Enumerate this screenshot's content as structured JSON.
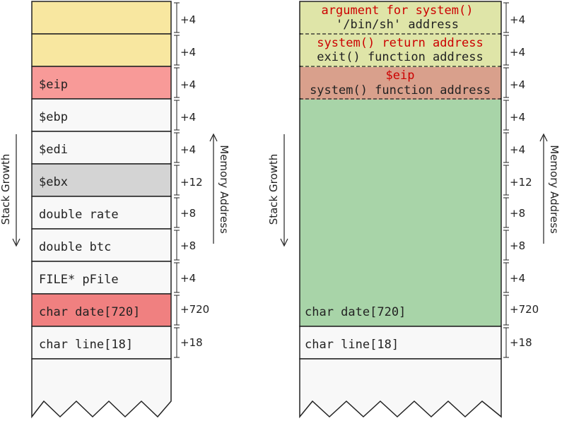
{
  "left_stack": {
    "cells": [
      {
        "label": "",
        "size": "+4",
        "fill": "#f8e7a0"
      },
      {
        "label": "",
        "size": "+4",
        "fill": "#f8e7a0"
      },
      {
        "label": "$eip",
        "size": "+4",
        "fill": "#f89a98"
      },
      {
        "label": "$ebp",
        "size": "+4",
        "fill": "#f8f8f8"
      },
      {
        "label": "$edi",
        "size": "+4",
        "fill": "#f8f8f8"
      },
      {
        "label": "$ebx",
        "size": "+12",
        "fill": "#d4d4d4"
      },
      {
        "label": "double rate",
        "size": "+8",
        "fill": "#f8f8f8"
      },
      {
        "label": "double btc",
        "size": "+8",
        "fill": "#f8f8f8"
      },
      {
        "label": "FILE* pFile",
        "size": "+4",
        "fill": "#f8f8f8"
      },
      {
        "label": "char date[720]",
        "size": "+720",
        "fill": "#f08080"
      },
      {
        "label": "char line[18]",
        "size": "+18",
        "fill": "#f8f8f8"
      }
    ],
    "stack_growth": "Stack Growth",
    "memory_address": "Memory Address"
  },
  "right_stack": {
    "top_cells": [
      {
        "line1": "argument for system()",
        "line2": "'/bin/sh' address",
        "size": "+4",
        "fill": "#dfe5a8"
      },
      {
        "line1": "system() return address",
        "line2": "exit() function address",
        "size": "+4",
        "fill": "#dfe5a8"
      },
      {
        "line1": "$eip",
        "line2": "system() function address",
        "size": "+4",
        "fill": "#d9a08c"
      }
    ],
    "overflow_label": "char date[720]",
    "overflow_fill": "#a8d4a8",
    "overflow_sizes": [
      "+4",
      "+4",
      "+12",
      "+8",
      "+8",
      "+4",
      "+720"
    ],
    "bottom_cell": {
      "label": "char line[18]",
      "size": "+18",
      "fill": "#f8f8f8"
    },
    "stack_growth": "Stack Growth",
    "memory_address": "Memory Address"
  },
  "colors": {
    "highlight_text": "#cc0000",
    "text": "#222222",
    "border": "#222222"
  }
}
